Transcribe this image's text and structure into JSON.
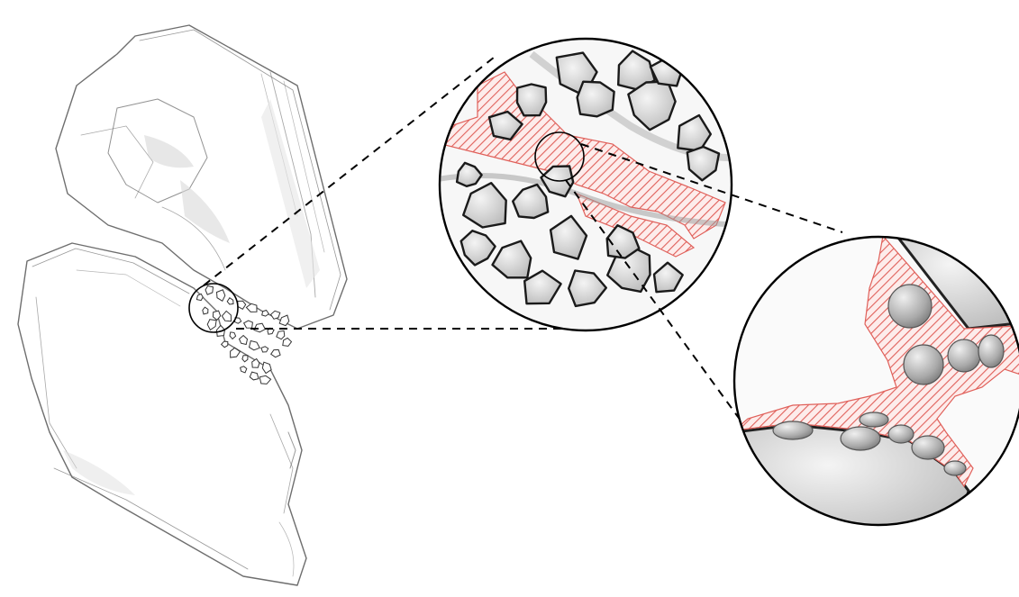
{
  "figure": {
    "panels": [
      {
        "id": "rock-fragment-sketch"
      },
      {
        "id": "magnified-grain-view"
      },
      {
        "id": "magnified-pore-throat-view"
      }
    ],
    "colors": {
      "pencil": "#6e6e6e",
      "grain_outline": "#1a1a1a",
      "pore_hatch": "#e0605a",
      "pore_fill": "#fbe3e1",
      "background": "#ffffff",
      "lens_border": "#000000"
    }
  }
}
